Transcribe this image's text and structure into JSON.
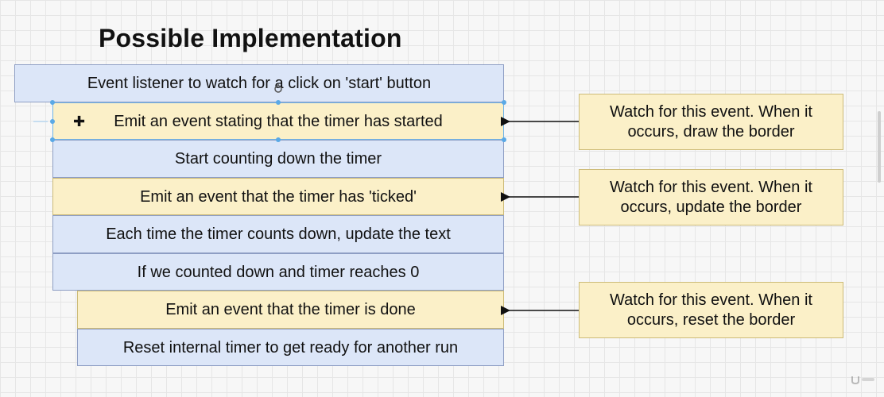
{
  "title": "Possible Implementation",
  "steps": [
    {
      "text": "Event listener to watch for a click on 'start' button",
      "kind": "blue"
    },
    {
      "text": "Emit an event stating that the timer has started",
      "kind": "yellow"
    },
    {
      "text": "Start counting down the timer",
      "kind": "blue"
    },
    {
      "text": "Emit an event that the timer has 'ticked'",
      "kind": "yellow"
    },
    {
      "text": "Each time the timer counts down, update the text",
      "kind": "blue"
    },
    {
      "text": "If we counted down and timer reaches 0",
      "kind": "blue"
    },
    {
      "text": "Emit an event that the timer is done",
      "kind": "yellow"
    },
    {
      "text": "Reset internal timer to get ready for another run",
      "kind": "blue"
    }
  ],
  "notes": [
    {
      "line1": "Watch for this event.  When it",
      "line2": "occurs, draw the border"
    },
    {
      "line1": "Watch for this event.  When it",
      "line2": "occurs, update the border"
    },
    {
      "line1": "Watch for this event.  When it",
      "line2": "occurs, reset the border"
    }
  ],
  "icons": [
    "plus-icon",
    "cursor-icon",
    "arrow-left-icon",
    "udemy-logo-icon"
  ]
}
